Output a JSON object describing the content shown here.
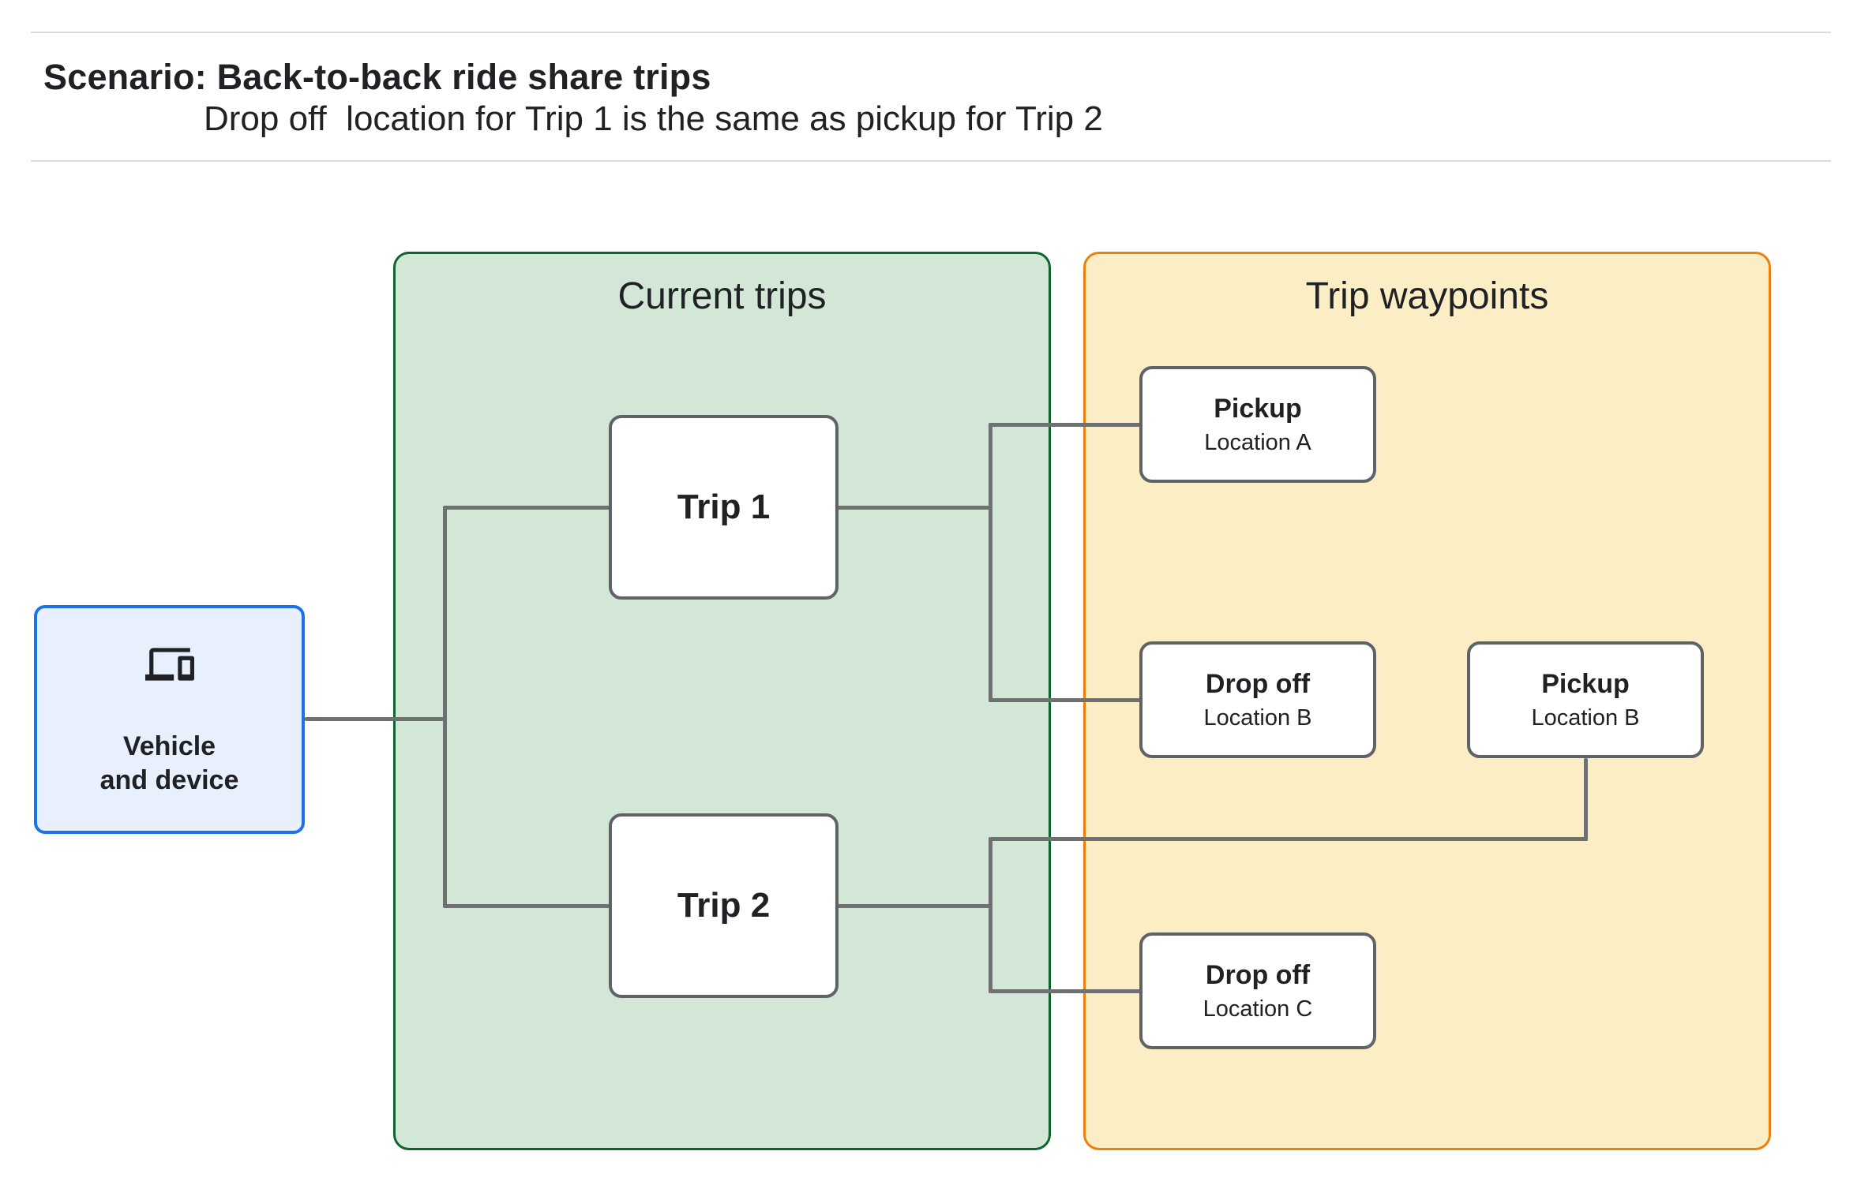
{
  "header": {
    "title": "Scenario: Back-to-back ride share trips",
    "subtitle": "Drop off  location for Trip 1 is the same as pickup for Trip 2"
  },
  "vehicle_box": {
    "icon": "devices-icon",
    "label_line1": "Vehicle",
    "label_line2": "and device"
  },
  "panels": {
    "current_trips": {
      "title": "Current trips",
      "trips": [
        {
          "label": "Trip 1"
        },
        {
          "label": "Trip 2"
        }
      ]
    },
    "trip_waypoints": {
      "title": "Trip waypoints",
      "waypoints": [
        {
          "title": "Pickup",
          "subtitle": "Location A"
        },
        {
          "title": "Drop off",
          "subtitle": "Location B"
        },
        {
          "title": "Pickup",
          "subtitle": "Location B"
        },
        {
          "title": "Drop off",
          "subtitle": "Location C"
        }
      ]
    }
  },
  "colors": {
    "text": "#202124",
    "rule": "#dadce0",
    "line": "#6e7072",
    "box_border": "#5f6368",
    "green_fill": "#d2e7d6",
    "green_border": "#0d652d",
    "orange_fill": "#fceec4",
    "orange_border": "#ec7f0e",
    "blue_fill": "#e8f0fe",
    "blue_border": "#1a73e8"
  }
}
